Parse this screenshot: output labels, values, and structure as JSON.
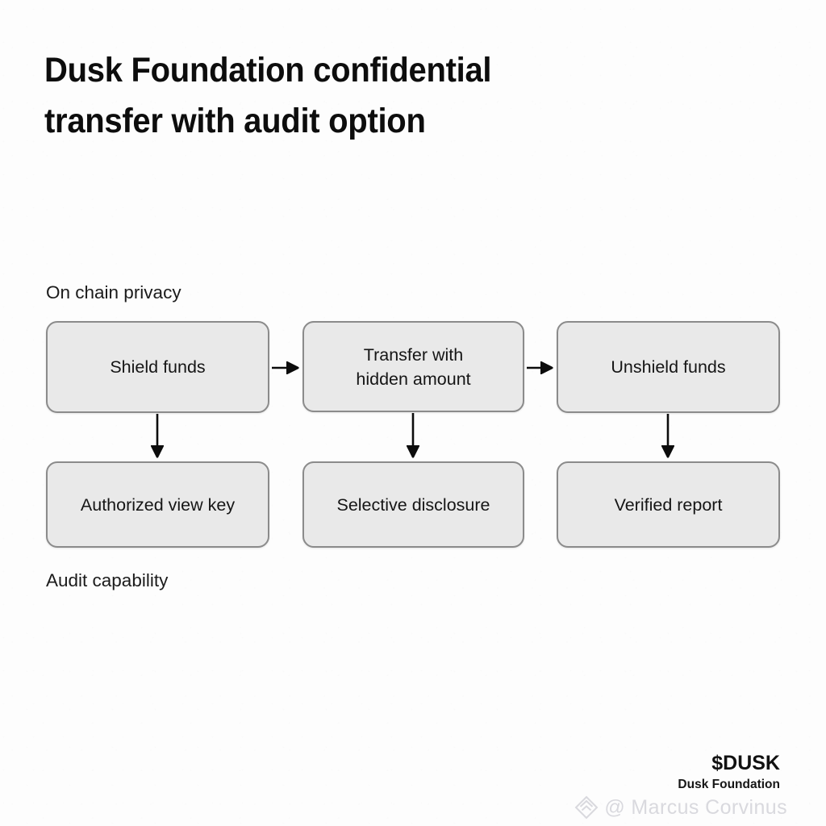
{
  "title": {
    "line1": "Dusk Foundation confidential",
    "line2": "transfer with audit option"
  },
  "captions": {
    "top": "On chain privacy",
    "bottom": "Audit capability"
  },
  "diagram": {
    "type": "flow",
    "rows": [
      {
        "name": "on-chain-privacy",
        "nodes": [
          {
            "id": "shield",
            "label": "Shield funds"
          },
          {
            "id": "transfer",
            "label": "Transfer with\nhidden amount",
            "label_line1": "Transfer with",
            "label_line2": "hidden amount"
          },
          {
            "id": "unshield",
            "label": "Unshield funds"
          }
        ]
      },
      {
        "name": "audit-capability",
        "nodes": [
          {
            "id": "viewkey",
            "label": "Authorized view key"
          },
          {
            "id": "disclosure",
            "label": "Selective disclosure"
          },
          {
            "id": "report",
            "label": "Verified report"
          }
        ]
      }
    ],
    "edges": [
      {
        "from": "shield",
        "to": "transfer",
        "direction": "right"
      },
      {
        "from": "transfer",
        "to": "unshield",
        "direction": "right"
      },
      {
        "from": "shield",
        "to": "viewkey",
        "direction": "down"
      },
      {
        "from": "transfer",
        "to": "disclosure",
        "direction": "down"
      },
      {
        "from": "unshield",
        "to": "report",
        "direction": "down"
      }
    ],
    "colors": {
      "node_fill": "#e9e9e9",
      "node_border": "#8b8b8b",
      "connector": "#0c0c0c",
      "text": "#151515",
      "background": "#fdfdfd"
    }
  },
  "branding": {
    "ticker": "$DUSK",
    "name": "Dusk Foundation"
  },
  "watermark": {
    "handle": "@ Marcus Corvinus",
    "at_symbol": "@",
    "logo": "diamond-chevron-logo",
    "color": "#d9d9de"
  }
}
